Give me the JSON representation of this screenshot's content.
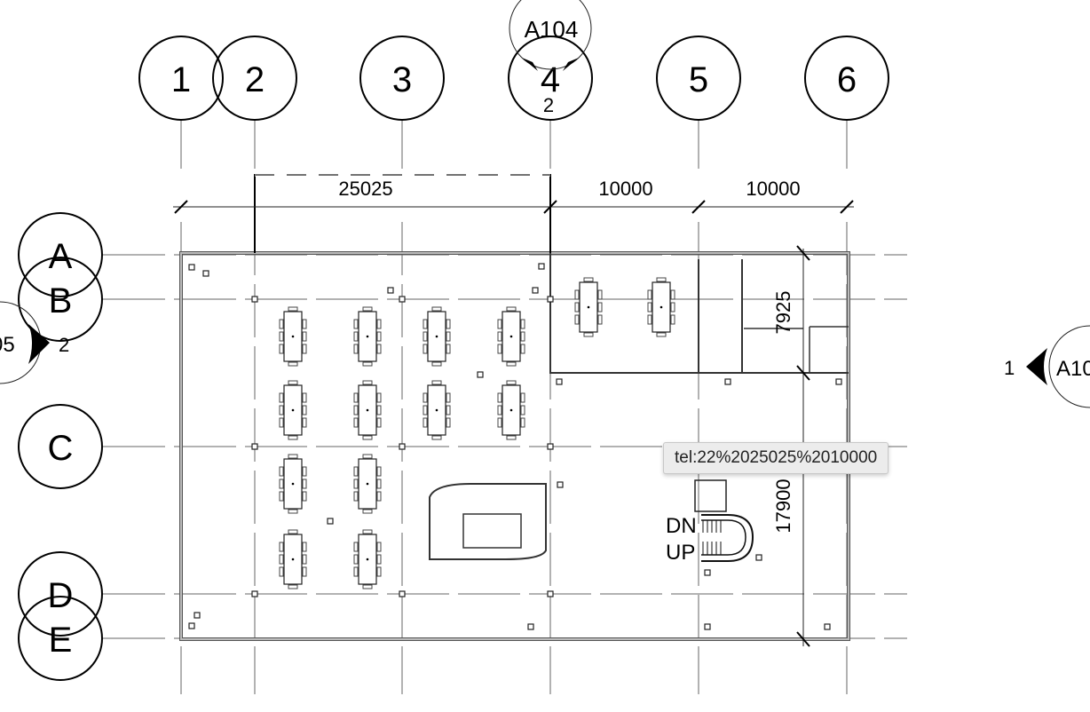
{
  "grid_columns": [
    "1",
    "2",
    "3",
    "4",
    "5",
    "6"
  ],
  "grid_rows": [
    "A",
    "B",
    "C",
    "D",
    "E"
  ],
  "dimensions": {
    "horizontal": [
      "25025",
      "10000",
      "10000"
    ],
    "vertical": [
      "7925",
      "17900"
    ]
  },
  "section_markers": {
    "top": {
      "sheet": "A104",
      "number": "2"
    },
    "left": {
      "sheet": "05",
      "number": "2"
    },
    "right": {
      "sheet": "A10",
      "number": "1"
    }
  },
  "stair_labels": {
    "down": "DN",
    "up": "UP"
  },
  "tooltip": "tel:22%2025025%2010000"
}
